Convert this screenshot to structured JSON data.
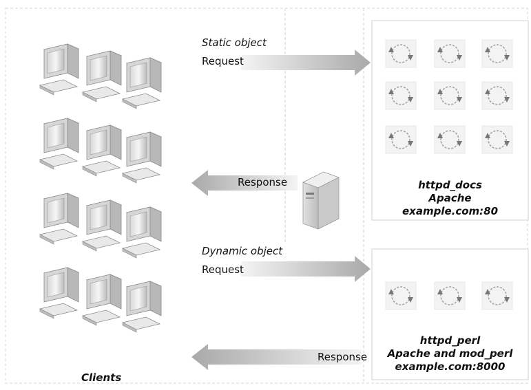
{
  "flows": {
    "static_label": "Static object",
    "static_request": "Request",
    "response_top": "Response",
    "dynamic_label": "Dynamic object",
    "dynamic_request": "Request",
    "response_bottom": "Response"
  },
  "clients_label": "Clients",
  "servers": {
    "docs": {
      "line1": "httpd_docs",
      "line2": "Apache",
      "line3": "example.com:80",
      "process_count": 9
    },
    "perl": {
      "line1": "httpd_perl",
      "line2": "Apache and mod_perl",
      "line3": "example.com:8000",
      "process_count": 3
    }
  },
  "icons": {
    "client": "desktop-computer-icon",
    "proxy": "server-tower-icon",
    "process": "circular-arrows-icon"
  }
}
